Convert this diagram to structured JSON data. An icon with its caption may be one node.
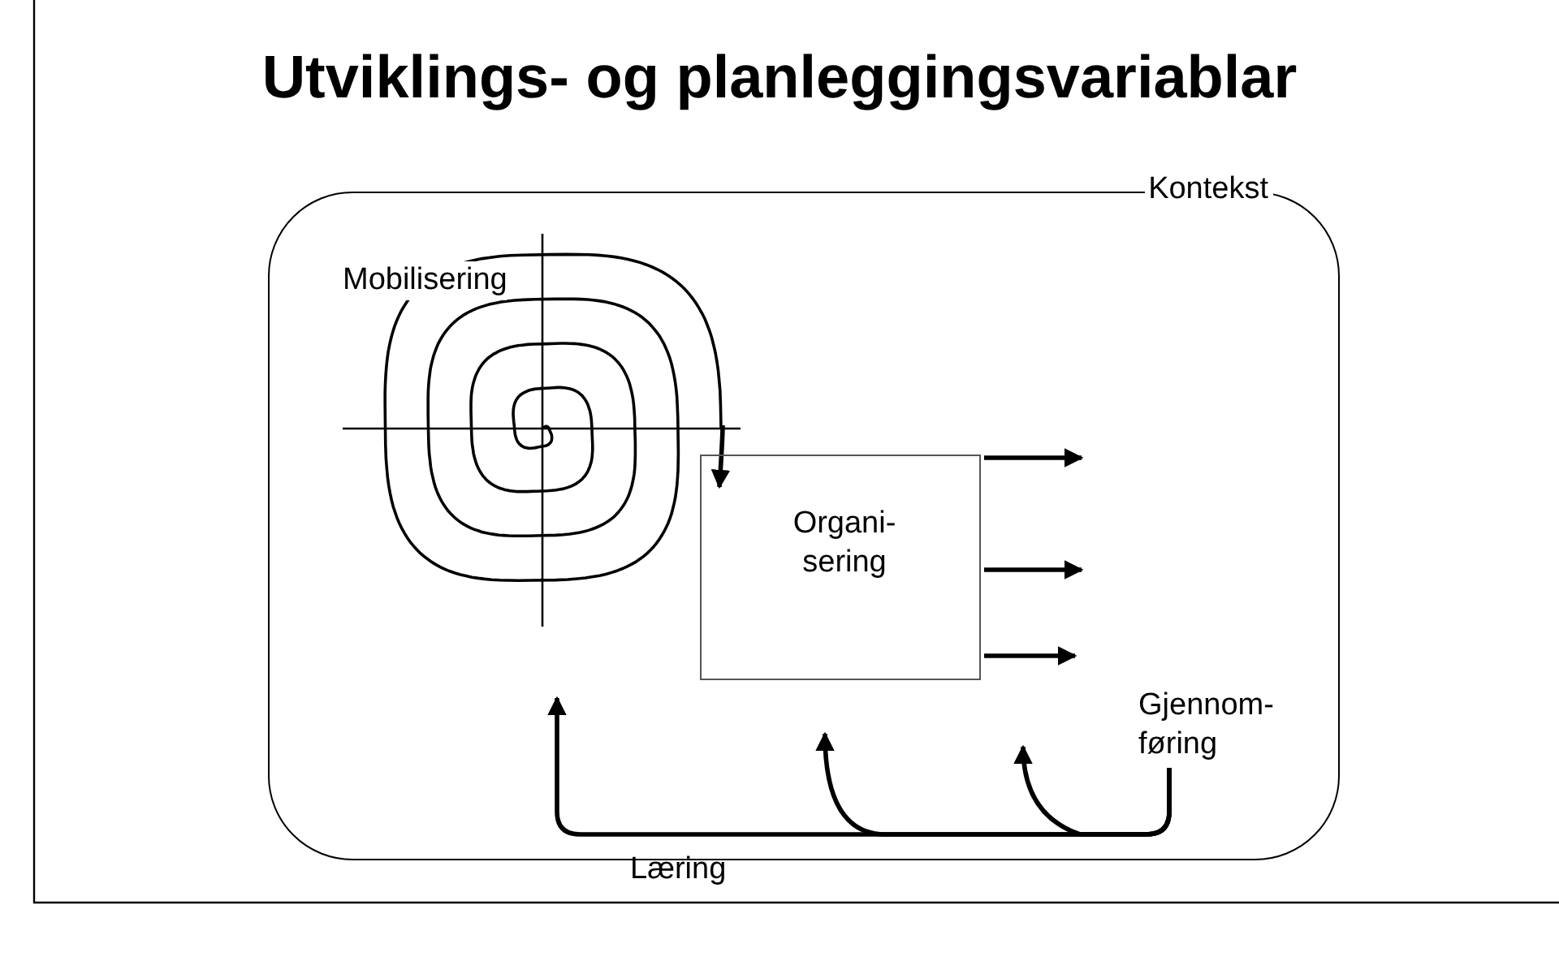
{
  "diagram": {
    "title": "Utviklings- og planleggingsvariablar",
    "nodes": [
      {
        "text": [
          "Kontekst"
        ]
      },
      {
        "text": [
          "Mobilisering"
        ],
        "in": 0
      },
      {
        "text": [
          "Organi- sering"
        ],
        "in": 0
      },
      {
        "text": [
          "Gjennom- føring"
        ],
        "in": 0
      }
    ],
    "edges": [
      {
        "from": 1,
        "to": 2,
        "arrow": "to"
      },
      {
        "from": 2,
        "to": null,
        "arrow": "to"
      },
      {
        "from": 2,
        "to": null,
        "arrow": "to"
      },
      {
        "from": 2,
        "to": null,
        "arrow": "to"
      },
      {
        "from": 3,
        "to": null,
        "arrow": "to"
      },
      {
        "from": 3,
        "to": null,
        "arrow": "to"
      },
      {
        "from": 3,
        "to": null,
        "arrow": "to"
      }
    ],
    "labels": [
      "Læring"
    ]
  }
}
